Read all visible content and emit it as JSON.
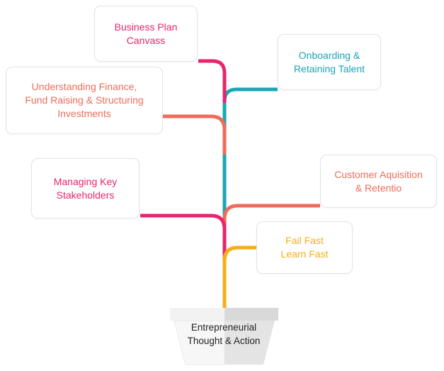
{
  "colors": {
    "pink": "#e8246d",
    "teal": "#1ba5b6",
    "coral": "#ef6b5a",
    "orange": "#f7ad18",
    "card_border": "#e3e3e3",
    "pot_left": "#f2f2f2",
    "pot_right": "#d9d9d9",
    "text_dark": "#222222"
  },
  "branches": [
    {
      "id": "business-plan",
      "lines": [
        "Business Plan",
        "Canvass"
      ],
      "color": "pink"
    },
    {
      "id": "onboarding",
      "lines": [
        "Onboarding &",
        "Retaining Talent"
      ],
      "color": "teal"
    },
    {
      "id": "finance",
      "lines": [
        "Understanding Finance,",
        "Fund Raising & Structuring",
        "Investments"
      ],
      "color": "coral"
    },
    {
      "id": "stakeholders",
      "lines": [
        "Managing Key",
        "Stakeholders"
      ],
      "color": "pink"
    },
    {
      "id": "customer",
      "lines": [
        "Customer Aquisition",
        "& Retentio"
      ],
      "color": "coral"
    },
    {
      "id": "fail-fast",
      "lines": [
        "Fail Fast",
        "Learn Fast"
      ],
      "color": "orange"
    }
  ],
  "pot": {
    "lines": [
      "Entrepreneurial",
      "Thought & Action"
    ]
  }
}
